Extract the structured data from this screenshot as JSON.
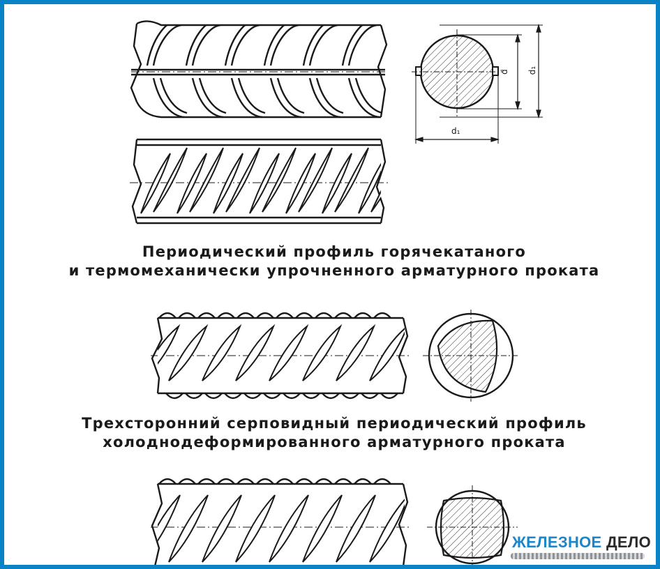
{
  "captions": {
    "first": {
      "line1": "Периодический профиль горячекатаного",
      "line2": "и термомеханически упрочненного арматурного проката"
    },
    "second": {
      "line1": "Трехсторонний серповидный периодический профиль",
      "line2": "холоднодеформированного арматурного проката"
    }
  },
  "dimensions": {
    "d": "d",
    "d1": "d₁"
  },
  "brand": {
    "part1": "ЖЕЛЕЗНОЕ",
    "part2": "ДЕЛО"
  },
  "colors": {
    "frame": "#0a83c6",
    "brand_accent": "#1b86c9",
    "ink": "#1a1a1a"
  }
}
